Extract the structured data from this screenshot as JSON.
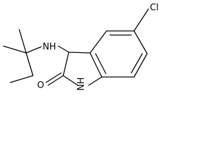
{
  "molecule": {
    "atoms": {
      "chlorine": "Cl",
      "amine_nitrogen": "NH",
      "ring_nitrogen": "NH",
      "carbonyl_oxygen": "O"
    }
  },
  "colors": {
    "bond": "#000000",
    "label": "#000000",
    "background": "#ffffff"
  }
}
